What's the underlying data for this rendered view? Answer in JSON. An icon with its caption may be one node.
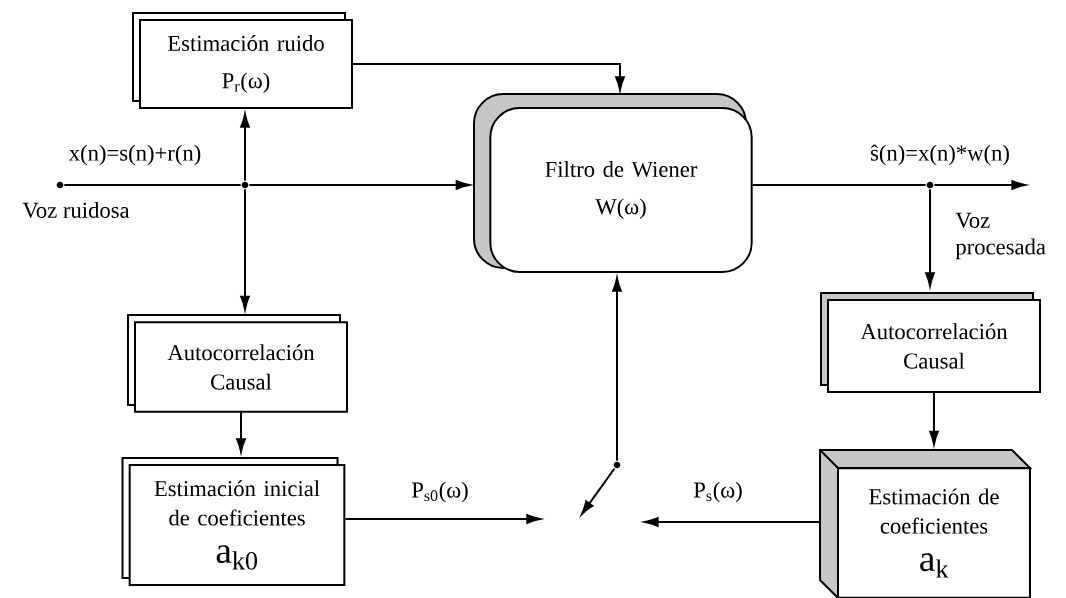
{
  "diagram": {
    "nodes": [
      {
        "text": [
          "Estimación ruido",
          "P$_{r}$(ω)"
        ]
      },
      {
        "text": [
          "Filtro de Wiener",
          "W(ω)"
        ]
      },
      {
        "text": [
          "Autocorrelación Causal"
        ]
      },
      {
        "text": [
          "Estimación inicial de coeficientes",
          "a$_{k0}$"
        ]
      },
      {
        "text": [
          "Autocorrelación Causal"
        ]
      },
      {
        "text": [
          "Estimación de coeficientes",
          "a$_{k}$"
        ]
      },
      {
        "text": [],
        "shape": "circle"
      },
      {
        "text": [],
        "shape": "circle"
      },
      {
        "text": [],
        "shape": "circle"
      },
      {
        "text": [],
        "shape": "circle"
      }
    ],
    "edges": [
      {
        "from": 0,
        "to": 1,
        "arrow": "to"
      },
      {
        "from": 6,
        "to": 7,
        "arrow": "none"
      },
      {
        "from": 7,
        "to": 1,
        "arrow": "to"
      },
      {
        "from": 7,
        "to": 0,
        "arrow": "to"
      },
      {
        "from": 7,
        "to": 2,
        "arrow": "to"
      },
      {
        "from": 2,
        "to": 3,
        "arrow": "to"
      },
      {
        "from": 1,
        "to": 8,
        "arrow": "none"
      },
      {
        "from": 8,
        "to": null,
        "arrow": "to"
      },
      {
        "from": 8,
        "to": 4,
        "arrow": "to"
      },
      {
        "from": 4,
        "to": 5,
        "arrow": "to"
      },
      {
        "from": 3,
        "to": null,
        "arrow": "to",
        "label": "P$_{s0}$(ω)"
      },
      {
        "from": 5,
        "to": null,
        "arrow": "to",
        "label": "P$_{s}$(ω)"
      },
      {
        "from": 9,
        "to": 1,
        "arrow": "to"
      },
      {
        "from": 9,
        "to": null,
        "arrow": "to"
      }
    ],
    "labels": [
      "x(n)=s(n)+r(n)",
      "Voz ruidosa",
      "ŝ(n)=x(n)*w(n)",
      "Voz procesada"
    ]
  }
}
